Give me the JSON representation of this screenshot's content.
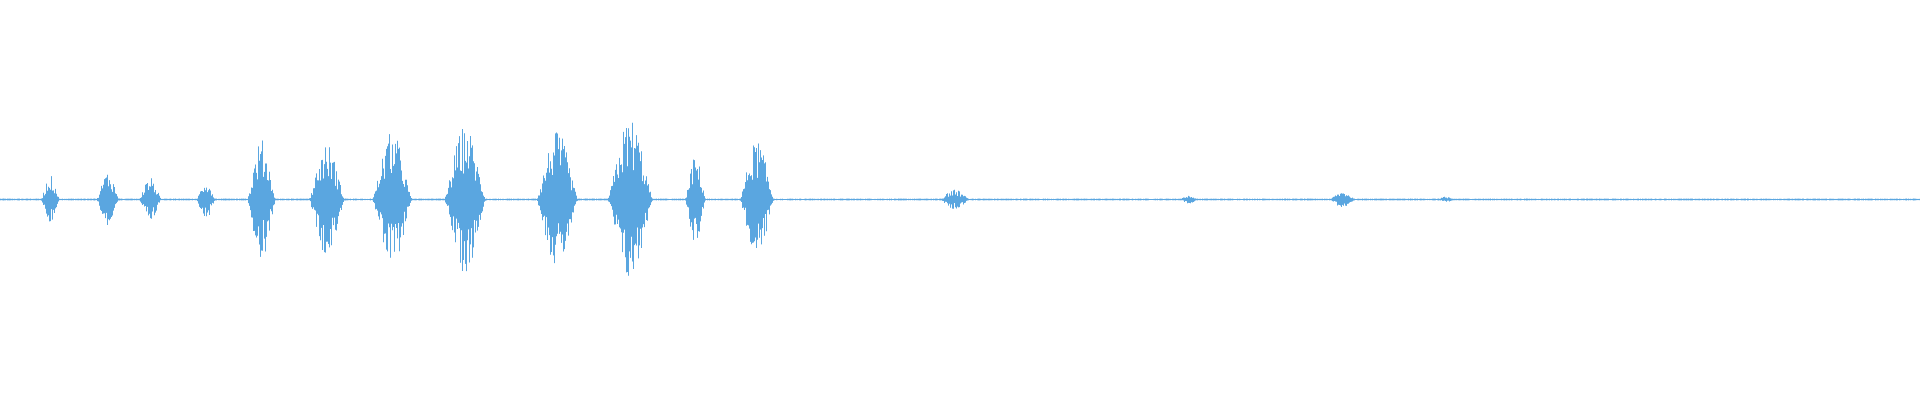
{
  "waveform": {
    "color": "#5aa6e0",
    "background": "#ffffff",
    "duration_normalized": 1.0,
    "bursts": [
      {
        "center": 0.026,
        "width": 0.01,
        "amplitude": 0.12
      },
      {
        "center": 0.056,
        "width": 0.012,
        "amplitude": 0.14
      },
      {
        "center": 0.078,
        "width": 0.012,
        "amplitude": 0.11
      },
      {
        "center": 0.107,
        "width": 0.01,
        "amplitude": 0.1
      },
      {
        "center": 0.136,
        "width": 0.015,
        "amplitude": 0.3
      },
      {
        "center": 0.17,
        "width": 0.019,
        "amplitude": 0.28
      },
      {
        "center": 0.204,
        "width": 0.021,
        "amplitude": 0.34
      },
      {
        "center": 0.242,
        "width": 0.022,
        "amplitude": 0.37
      },
      {
        "center": 0.29,
        "width": 0.022,
        "amplitude": 0.34
      },
      {
        "center": 0.328,
        "width": 0.024,
        "amplitude": 0.41
      },
      {
        "center": 0.362,
        "width": 0.011,
        "amplitude": 0.22
      },
      {
        "center": 0.394,
        "width": 0.018,
        "amplitude": 0.3
      },
      {
        "center": 0.497,
        "width": 0.016,
        "amplitude": 0.05
      },
      {
        "center": 0.619,
        "width": 0.01,
        "amplitude": 0.02
      },
      {
        "center": 0.699,
        "width": 0.014,
        "amplitude": 0.04
      },
      {
        "center": 0.753,
        "width": 0.01,
        "amplitude": 0.015
      }
    ],
    "noise_floor": 0.006
  }
}
